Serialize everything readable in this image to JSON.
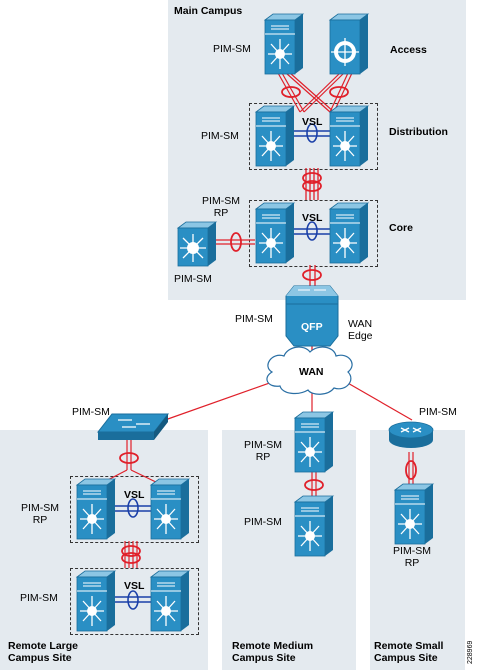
{
  "labels": {
    "main_campus": "Main Campus",
    "access": "Access",
    "distribution": "Distribution",
    "core": "Core",
    "vsl": "VSL",
    "pim_sm": "PIM-SM",
    "pim_sm_rp": "PIM-SM\nRP",
    "qfp": "QFP",
    "wan_edge": "WAN\nEdge",
    "wan": "WAN",
    "remote_large": "Remote Large\nCampus Site",
    "remote_medium": "Remote Medium\nCampus Site",
    "remote_small": "Remote Small\nCampus Site",
    "figure_id": "228969"
  },
  "colors": {
    "panel": "#e4eaef",
    "device": "#2a8fc4",
    "device_dark": "#1a6e9c",
    "link_red": "#e0202a",
    "link_blue": "#1a3fa8"
  },
  "icons": [
    "switch-icon",
    "router-icon",
    "cloud-icon",
    "qfp-router-icon",
    "blade-switch-icon",
    "port-channel-ring-icon"
  ]
}
